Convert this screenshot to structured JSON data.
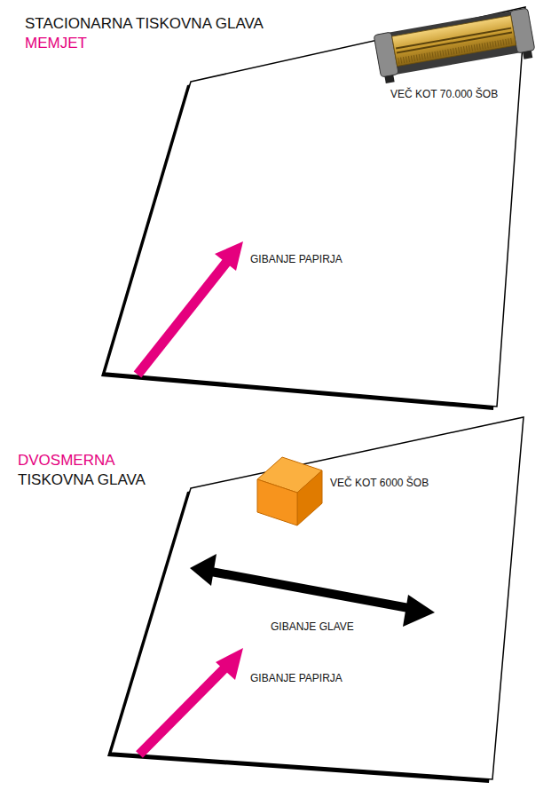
{
  "diagram": {
    "labels": [
      "STACIONARNA TISKOVNA GLAVA",
      "MEMJET",
      "VEČ KOT 70.000 ŠOB",
      "GIBANJE PAPIRJA",
      "DVOSMERNA",
      "TISKOVNA GLAVA",
      "VEČ KOT 6000 ŠOB",
      "GIBANJE GLAVE",
      "GIBANJE PAPIRJA"
    ]
  }
}
